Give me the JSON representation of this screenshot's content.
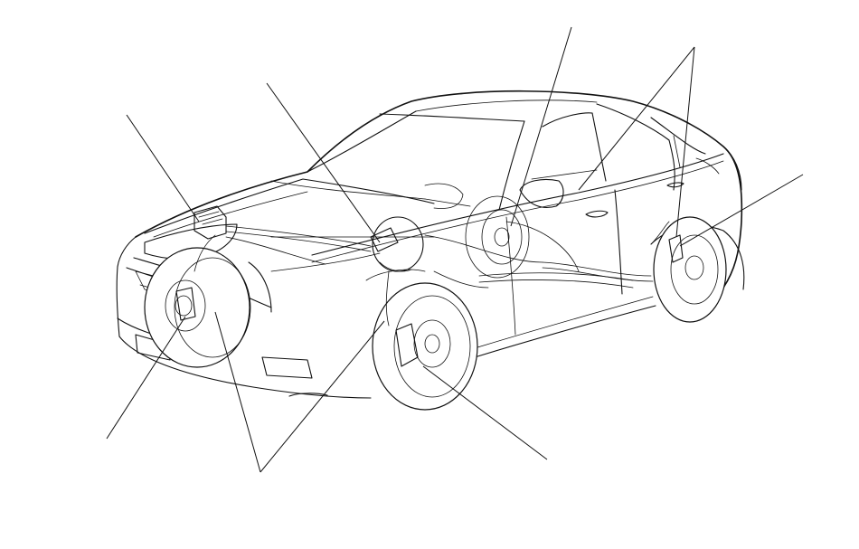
{
  "diagram": {
    "subject": "",
    "colors": {
      "line": "#111111",
      "background": "#ffffff"
    },
    "components": [
      {
        "id": "abs-modulator-unit",
        "leader": true
      },
      {
        "id": "brake-master-cylinder",
        "leader": true
      },
      {
        "id": "rear-brake-caliper",
        "leader": true
      },
      {
        "id": "parking-brake-cables",
        "leader": true
      },
      {
        "id": "rear-wheel-sensor",
        "leader": true
      },
      {
        "id": "front-wheel-sensor",
        "leader": true
      },
      {
        "id": "brake-lines",
        "leader": true
      },
      {
        "id": "front-brake-caliper",
        "leader": true
      }
    ]
  }
}
